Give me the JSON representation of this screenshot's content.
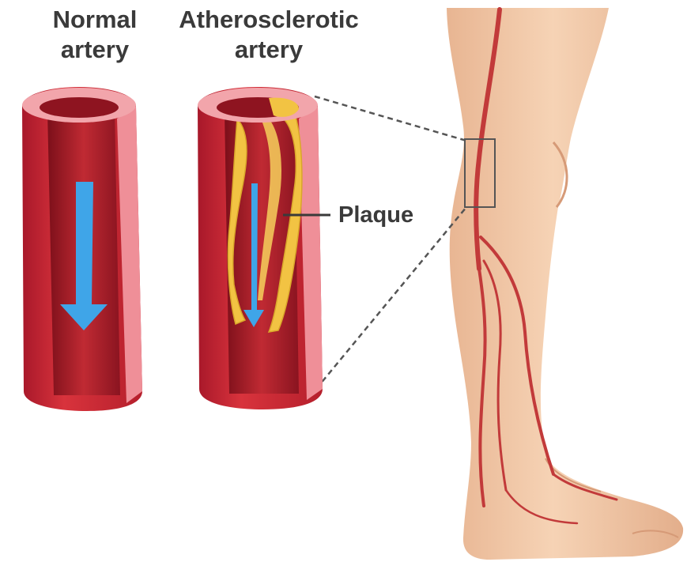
{
  "labels": {
    "normal_artery_line1": "Normal",
    "normal_artery_line2": "artery",
    "athero_artery_line1": "Atherosclerotic",
    "athero_artery_line2": "artery",
    "plaque": "Plaque"
  },
  "colors": {
    "artery_wall": "#c9252f",
    "artery_dark": "#8e1420",
    "artery_outer_light": "#ef8f98",
    "artery_rim": "#f2a5ab",
    "blood_flow_arrow": "#3fa5e8",
    "plaque": "#f2c343",
    "skin": "#f1c8a6",
    "skin_shadow": "#dfa988",
    "leg_artery": "#c23a3a",
    "text": "#3a3a3a"
  }
}
